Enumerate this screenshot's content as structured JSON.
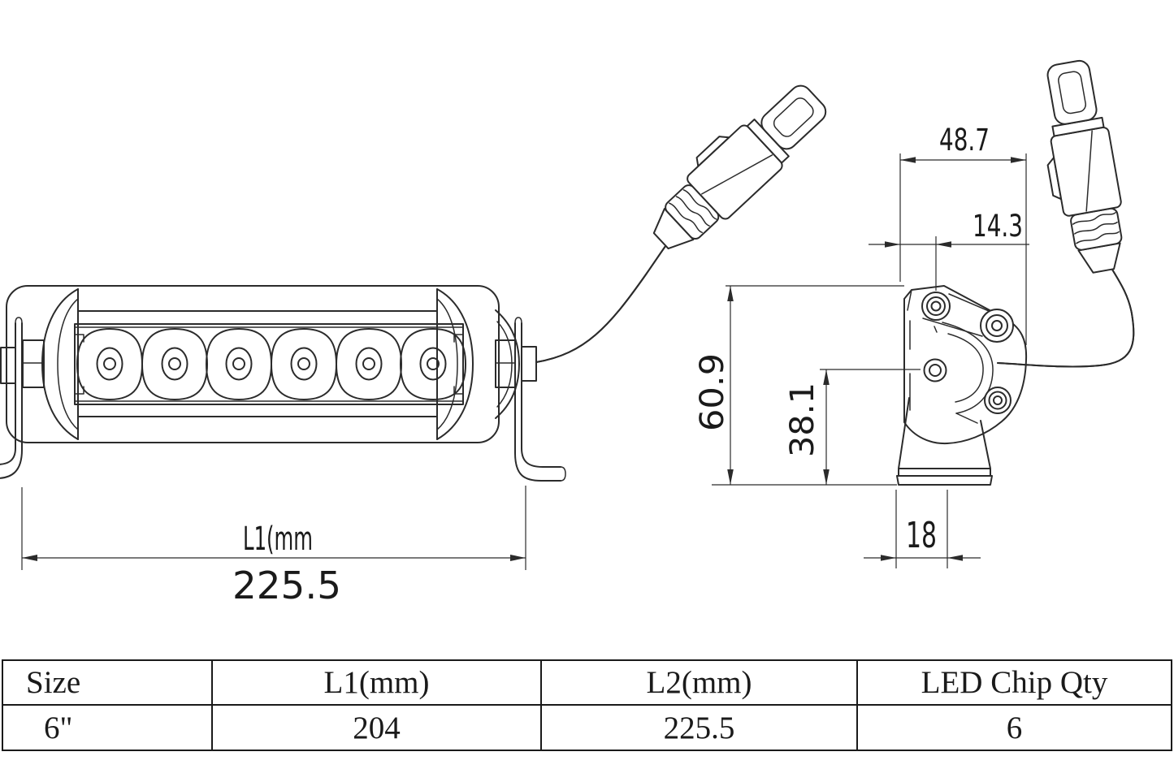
{
  "drawing": {
    "front_view": {
      "led_count": 6,
      "dim_length_label": "L1(mm",
      "dim_length_value": "225.5"
    },
    "side_view": {
      "dim_top_width": "48.7",
      "dim_hole_offset": "14.3",
      "dim_total_height": "60.9",
      "dim_hole_height": "38.1",
      "dim_base_width": "18"
    }
  },
  "spec_table": {
    "columns": [
      "Size",
      "L1(mm)",
      "L2(mm)",
      "LED Chip Qty"
    ],
    "rows": [
      [
        "6\"",
        "204",
        "225.5",
        "6"
      ]
    ]
  },
  "colors": {
    "line": "#2b2b2b",
    "text": "#1a1a1a",
    "background": "#ffffff"
  }
}
